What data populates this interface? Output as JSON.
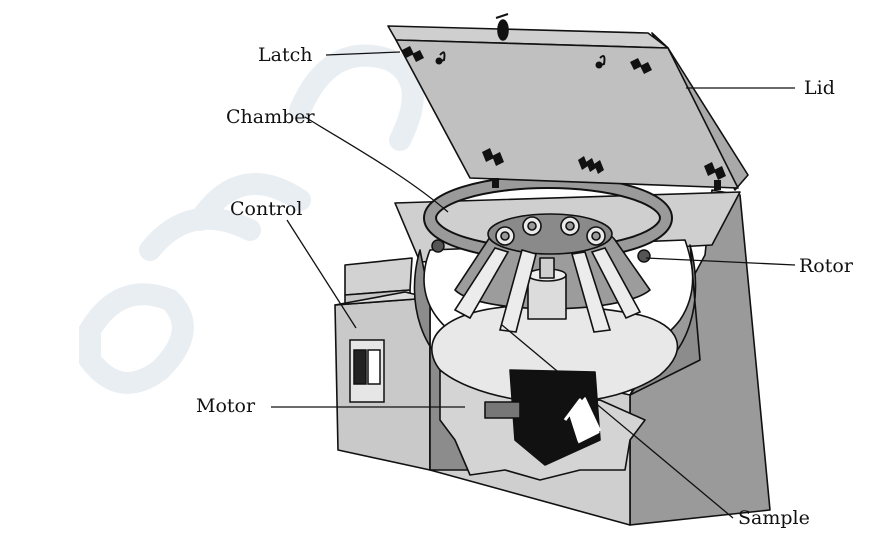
{
  "labels": {
    "latch": "Latch",
    "lid": "Lid",
    "chamber": "Chamber",
    "control": "Control",
    "rotor": "Rotor",
    "motor": "Motor",
    "sample": "Sample"
  },
  "colors": {
    "ink": "#111111",
    "light_gray": "#d6d6d6",
    "mid_gray": "#b8b8b8",
    "dark_gray": "#8c8c8c",
    "chamber_white": "#ffffff",
    "motor_black": "#111111",
    "watermark": "#e9eef3"
  }
}
